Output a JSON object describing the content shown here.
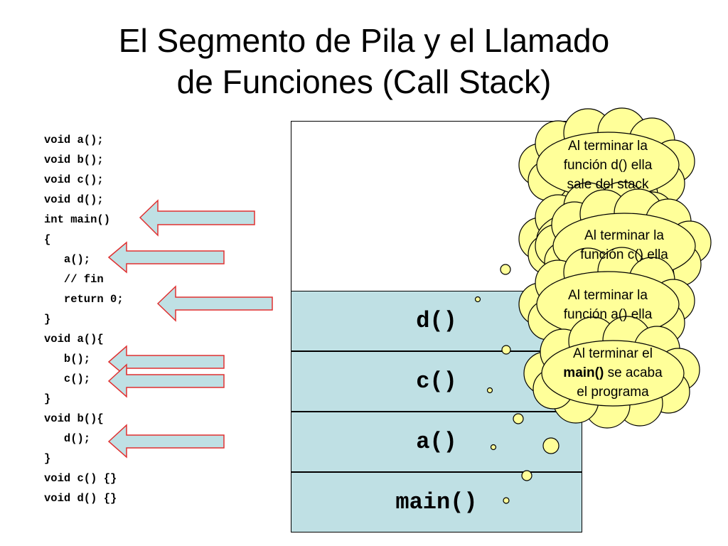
{
  "slide": {
    "title_line1": "El Segmento de Pila y el Llamado",
    "title_line2": "de Funciones (Call Stack)"
  },
  "code_lines": [
    "void a();",
    "void b();",
    "void c();",
    "void d();",
    "int main()",
    "{",
    "   a();",
    "   // fin",
    "   return 0;",
    "}",
    "void a(){",
    "   b();",
    "   c();",
    "}",
    "void b(){",
    "   d();",
    "}",
    "void c() {}",
    "void d() {}"
  ],
  "stack_frames": [
    "d()",
    "c()",
    "a()",
    "main()"
  ],
  "clouds": {
    "d": {
      "line1": "Al terminar la",
      "line2": "función d() ella",
      "line3": "sale del stack"
    },
    "c": {
      "line1": "Al terminar la",
      "line2": "función c() ella"
    },
    "a": {
      "line1": "Al terminar la",
      "line2": "función a() ella"
    },
    "main": {
      "line1": "Al terminar el",
      "bold": "main()",
      "line2_rest": " se acaba",
      "line3": "el programa"
    }
  },
  "colors": {
    "stack_frame_fill": "#bfe0e4",
    "cloud_fill": "#ffff99",
    "arrow_fill": "#bfe0e4",
    "arrow_stroke": "#e03030"
  }
}
